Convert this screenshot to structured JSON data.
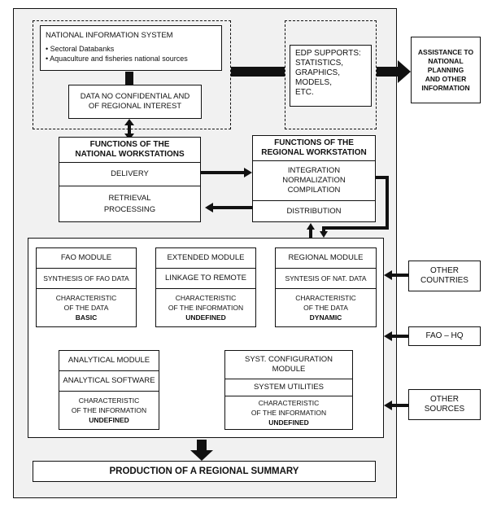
{
  "national_info": {
    "title": "NATIONAL INFORMATION SYSTEM",
    "bullets": [
      "• Sectoral Databanks",
      "• Aquaculture and fisheries national sources"
    ]
  },
  "data_no_conf": {
    "line1": "DATA NO CONFIDENTIAL AND",
    "line2": "OF REGIONAL INTEREST"
  },
  "edp": {
    "lines": [
      "EDP SUPPORTS:",
      "STATISTICS,",
      "GRAPHICS,",
      "MODELS,",
      "ETC."
    ]
  },
  "assistance": {
    "lines": [
      "ASSISTANCE TO",
      "NATIONAL",
      "PLANNING",
      "AND OTHER",
      "INFORMATION"
    ]
  },
  "national_ws": {
    "title_lines": [
      "FUNCTIONS OF THE",
      "NATIONAL WORKSTATIONS"
    ],
    "delivery": "DELIVERY",
    "retrieval": "RETRIEVAL",
    "processing": "PROCESSING"
  },
  "regional_ws": {
    "title_lines": [
      "FUNCTIONS OF THE",
      "REGIONAL WORKSTATION"
    ],
    "functions": [
      "INTEGRATION",
      "NORMALIZATION",
      "COMPILATION"
    ],
    "distribution": "DISTRIBUTION"
  },
  "fao_module": {
    "title": "FAO MODULE",
    "function": "SYNTHESIS OF FAO DATA",
    "char_lines": [
      "CHARACTERISTIC",
      "OF THE DATA"
    ],
    "type": "BASIC"
  },
  "extended_module": {
    "title": "EXTENDED MODULE",
    "function": "LINKAGE TO REMOTE",
    "char_lines": [
      "CHARACTERISTIC",
      "OF THE INFORMATION"
    ],
    "type": "UNDEFINED"
  },
  "regional_module": {
    "title": "REGIONAL MODULE",
    "function": "SYNTESIS OF NAT. DATA",
    "char_lines": [
      "CHARACTERISTIC",
      "OF THE DATA"
    ],
    "type": "DYNAMIC"
  },
  "analytical_module": {
    "title": "ANALYTICAL MODULE",
    "function": "ANALYTICAL SOFTWARE",
    "char_lines": [
      "CHARACTERISTIC",
      "OF THE INFORMATION"
    ],
    "type": "UNDEFINED"
  },
  "syst_config_module": {
    "title_lines": [
      "SYST. CONFIGURATION",
      "MODULE"
    ],
    "function": "SYSTEM UTILITIES",
    "char_lines": [
      "CHARACTERISTIC",
      "OF THE INFORMATION"
    ],
    "type": "UNDEFINED"
  },
  "other_countries": {
    "lines": [
      "OTHER",
      "COUNTRIES"
    ]
  },
  "fao_hq": {
    "label": "FAO – HQ"
  },
  "other_sources": {
    "lines": [
      "OTHER",
      "SOURCES"
    ]
  },
  "production": {
    "label": "PRODUCTION OF A REGIONAL SUMMARY"
  }
}
